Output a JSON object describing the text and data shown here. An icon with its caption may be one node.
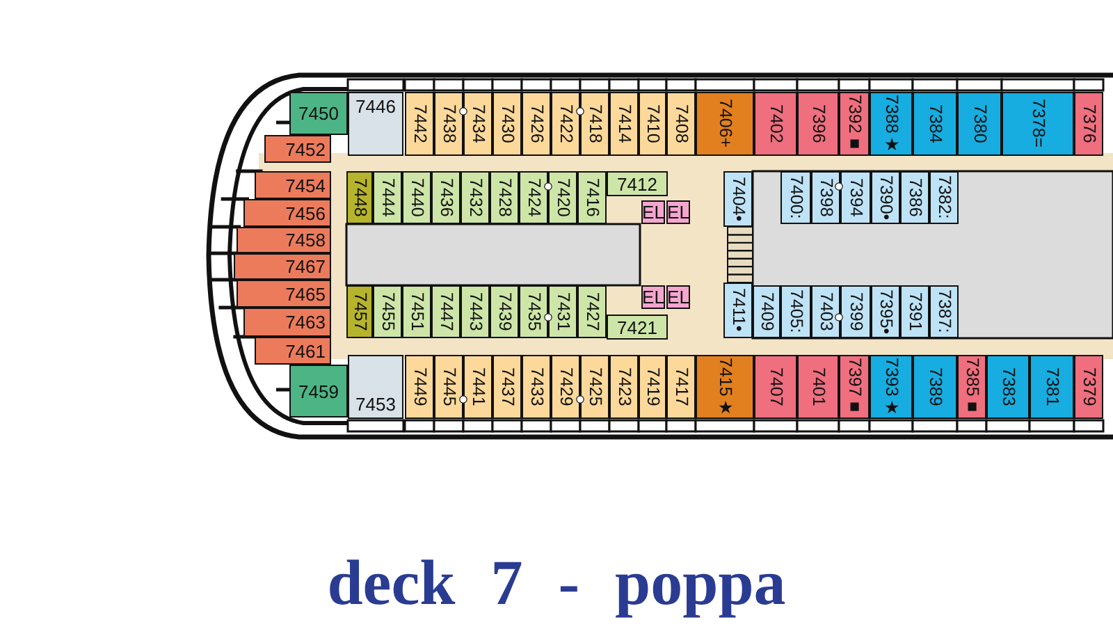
{
  "diagram": {
    "title": "deck 7 - poppa",
    "nodes": [
      {
        "text": [
          "7450"
        ]
      },
      {
        "text": [
          "7446"
        ]
      },
      {
        "text": [
          "7442"
        ]
      },
      {
        "text": [
          "7438"
        ]
      },
      {
        "text": [
          "7434"
        ]
      },
      {
        "text": [
          "7430"
        ]
      },
      {
        "text": [
          "7426"
        ]
      },
      {
        "text": [
          "7422"
        ]
      },
      {
        "text": [
          "7418"
        ]
      },
      {
        "text": [
          "7414"
        ]
      },
      {
        "text": [
          "7410"
        ]
      },
      {
        "text": [
          "7408"
        ]
      },
      {
        "text": [
          "7406+"
        ]
      },
      {
        "text": [
          "7402"
        ]
      },
      {
        "text": [
          "7396"
        ]
      },
      {
        "text": [
          "7392■"
        ]
      },
      {
        "text": [
          "7388★"
        ]
      },
      {
        "text": [
          "7384"
        ]
      },
      {
        "text": [
          "7380"
        ]
      },
      {
        "text": [
          "7378="
        ]
      },
      {
        "text": [
          "7376"
        ]
      },
      {
        "text": [
          "7452"
        ]
      },
      {
        "text": [
          "7454"
        ]
      },
      {
        "text": [
          "7448"
        ]
      },
      {
        "text": [
          "7444"
        ]
      },
      {
        "text": [
          "7440"
        ]
      },
      {
        "text": [
          "7436"
        ]
      },
      {
        "text": [
          "7432"
        ]
      },
      {
        "text": [
          "7428"
        ]
      },
      {
        "text": [
          "7424"
        ]
      },
      {
        "text": [
          "7420"
        ]
      },
      {
        "text": [
          "7416"
        ]
      },
      {
        "text": [
          "7412"
        ]
      },
      {
        "text": [
          "7404•"
        ]
      },
      {
        "text": [
          "7400:"
        ]
      },
      {
        "text": [
          "7398"
        ]
      },
      {
        "text": [
          "7394"
        ]
      },
      {
        "text": [
          "7390•"
        ]
      },
      {
        "text": [
          "7386"
        ]
      },
      {
        "text": [
          "7382:"
        ]
      },
      {
        "text": [
          "EL"
        ]
      },
      {
        "text": [
          "EL"
        ]
      },
      {
        "text": [
          "7456"
        ]
      },
      {
        "text": [
          "7458"
        ]
      },
      {
        "text": [
          "7467"
        ]
      },
      {
        "text": [
          "7465"
        ]
      },
      {
        "text": [
          "7457"
        ]
      },
      {
        "text": [
          "7455"
        ]
      },
      {
        "text": [
          "7451"
        ]
      },
      {
        "text": [
          "7447"
        ]
      },
      {
        "text": [
          "7443"
        ]
      },
      {
        "text": [
          "7439"
        ]
      },
      {
        "text": [
          "7435"
        ]
      },
      {
        "text": [
          "7431"
        ]
      },
      {
        "text": [
          "7427"
        ]
      },
      {
        "text": [
          "EL"
        ]
      },
      {
        "text": [
          "EL"
        ]
      },
      {
        "text": [
          "7411•"
        ]
      },
      {
        "text": [
          "7409"
        ]
      },
      {
        "text": [
          "7405:"
        ]
      },
      {
        "text": [
          "7403"
        ]
      },
      {
        "text": [
          "7399"
        ]
      },
      {
        "text": [
          "7395•"
        ]
      },
      {
        "text": [
          "7391"
        ]
      },
      {
        "text": [
          "7387:"
        ]
      },
      {
        "text": [
          "7463"
        ]
      },
      {
        "text": [
          "7421"
        ]
      },
      {
        "text": [
          "7461"
        ]
      },
      {
        "text": [
          "7459"
        ]
      },
      {
        "text": [
          "7453"
        ]
      },
      {
        "text": [
          "7449"
        ]
      },
      {
        "text": [
          "7445"
        ]
      },
      {
        "text": [
          "7441"
        ]
      },
      {
        "text": [
          "7437"
        ]
      },
      {
        "text": [
          "7433"
        ]
      },
      {
        "text": [
          "7429"
        ]
      },
      {
        "text": [
          "7425"
        ]
      },
      {
        "text": [
          "7423"
        ]
      },
      {
        "text": [
          "7419"
        ]
      },
      {
        "text": [
          "7417"
        ]
      },
      {
        "text": [
          "7415★"
        ]
      },
      {
        "text": [
          "7407"
        ]
      },
      {
        "text": [
          "7401"
        ]
      },
      {
        "text": [
          "7397■"
        ]
      },
      {
        "text": [
          "7393★"
        ]
      },
      {
        "text": [
          "7389"
        ]
      },
      {
        "text": [
          "7385■"
        ]
      },
      {
        "text": [
          "7383"
        ]
      },
      {
        "text": [
          "7381"
        ]
      },
      {
        "text": [
          "7379"
        ]
      }
    ]
  }
}
